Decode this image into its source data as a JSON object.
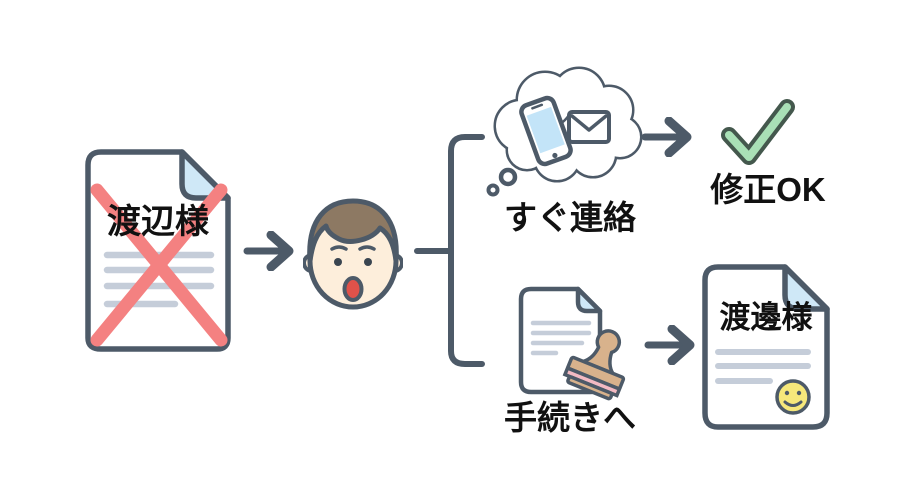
{
  "flow": {
    "source_document": {
      "title": "渡辺様",
      "status": "crossed-out"
    },
    "top_branch": {
      "label": "すぐ連絡",
      "result_label": "修正OK"
    },
    "bottom_branch": {
      "label": "手続きへ"
    },
    "corrected_document": {
      "title": "渡邊様"
    }
  },
  "icons": {
    "source": "crossed-out-document-icon",
    "person": "surprised-face-icon",
    "top_branch": "thought-bubble-with-phone-and-mail-icon",
    "top_result": "green-checkmark-icon",
    "bottom_branch": "document-with-stamp-icon",
    "bottom_result": "document-with-smiley-icon"
  },
  "colors": {
    "outline": "#4d5a68",
    "cross_red": "#f48181",
    "fold_blue": "#cfe8f7",
    "text_line_gray": "#c5cdd9",
    "check_green_fill": "#a9e0b6",
    "check_green_outline": "#44584d",
    "stamp_brown": "#d8b28c",
    "stamp_pink": "#f3bac3",
    "smiley_yellow": "#f6e87b",
    "hair_brown": "#8d7963",
    "skin": "#fdeedb",
    "mouth_red": "#e0524a",
    "phone_screen_blue": "#c3e4f8",
    "label_text": "#111111",
    "background": "#ffffff"
  }
}
